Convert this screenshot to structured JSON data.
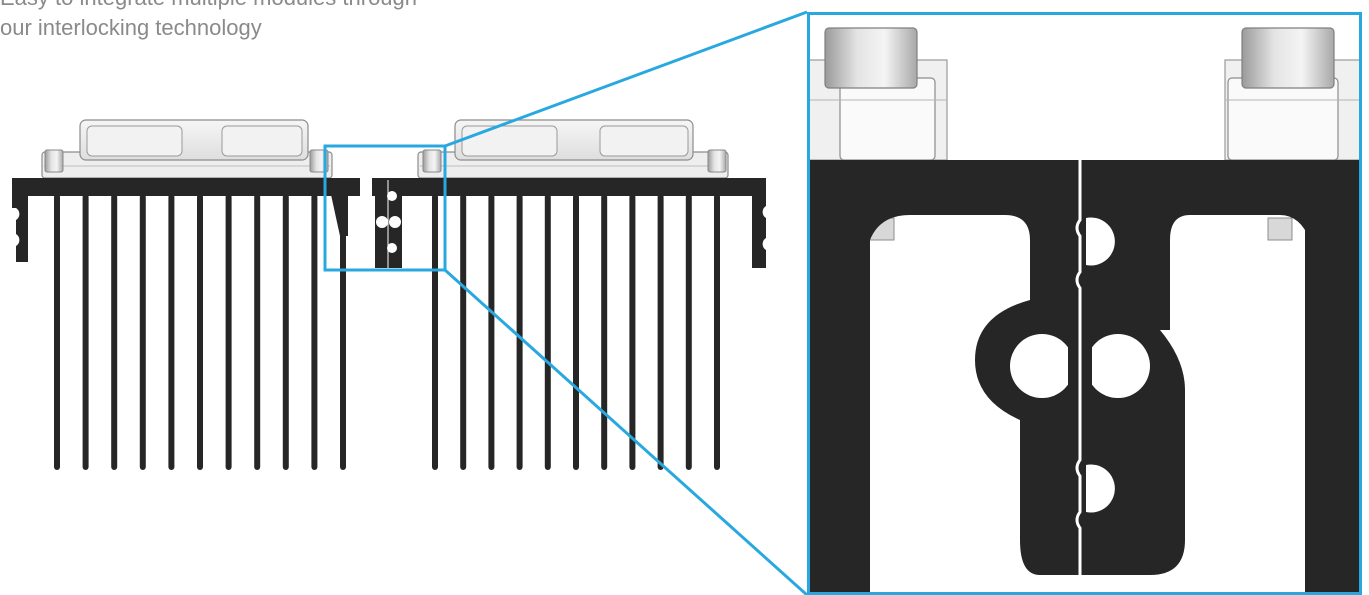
{
  "caption": {
    "line1": "Easy to integrate multiple modules through",
    "line2": "our interlocking technology"
  },
  "colors": {
    "accent": "#29a8e0",
    "heatsink": "#262626",
    "module_body": "#eeeeee",
    "module_edge": "#8c8c8c",
    "caption_text": "#8a8a8a",
    "background": "#ffffff"
  },
  "diagram": {
    "left_module_fin_count": 11,
    "right_module_fin_count": 11,
    "detail": "interlocking-joint-zoom"
  }
}
